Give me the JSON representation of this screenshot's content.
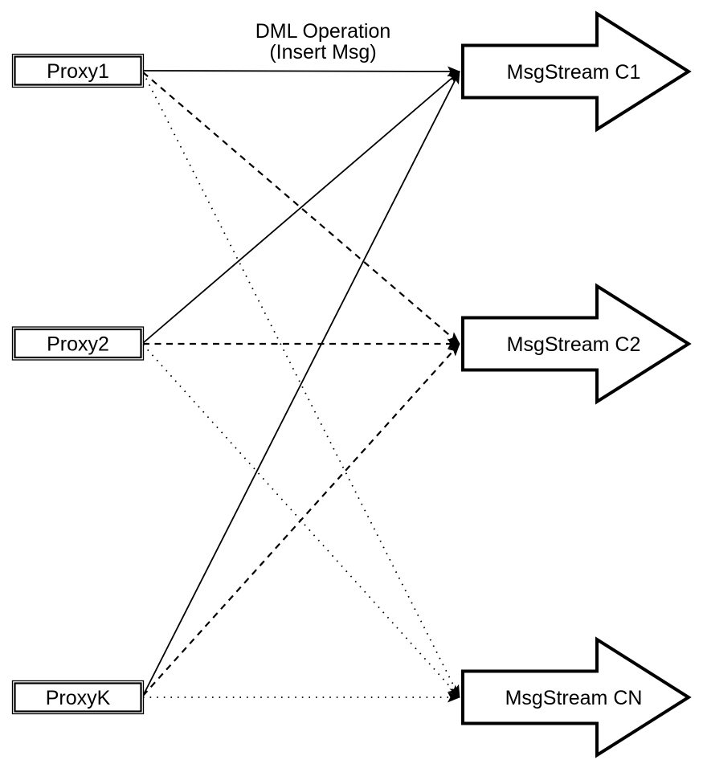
{
  "diagram": {
    "colors": {
      "background": "#ffffff",
      "stroke": "#000000",
      "shape_fill": "#ffffff"
    },
    "label": {
      "line1": "DML Operation",
      "line2": "(Insert Msg)"
    },
    "proxies": [
      {
        "label": "Proxy1"
      },
      {
        "label": "Proxy2"
      },
      {
        "label": "ProxyK"
      }
    ],
    "streams": [
      {
        "label": "MsgStream C1"
      },
      {
        "label": "MsgStream C2"
      },
      {
        "label": "MsgStream CN"
      }
    ],
    "connections": [
      {
        "from": "Proxy1",
        "to": "MsgStream C1",
        "line_style": "solid"
      },
      {
        "from": "Proxy1",
        "to": "MsgStream C2",
        "line_style": "dashed"
      },
      {
        "from": "Proxy1",
        "to": "MsgStream CN",
        "line_style": "dotted"
      },
      {
        "from": "Proxy2",
        "to": "MsgStream C1",
        "line_style": "solid"
      },
      {
        "from": "Proxy2",
        "to": "MsgStream C2",
        "line_style": "dashed"
      },
      {
        "from": "Proxy2",
        "to": "MsgStream CN",
        "line_style": "dotted"
      },
      {
        "from": "ProxyK",
        "to": "MsgStream C1",
        "line_style": "solid"
      },
      {
        "from": "ProxyK",
        "to": "MsgStream C2",
        "line_style": "dashed"
      },
      {
        "from": "ProxyK",
        "to": "MsgStream CN",
        "line_style": "dotted"
      }
    ]
  }
}
